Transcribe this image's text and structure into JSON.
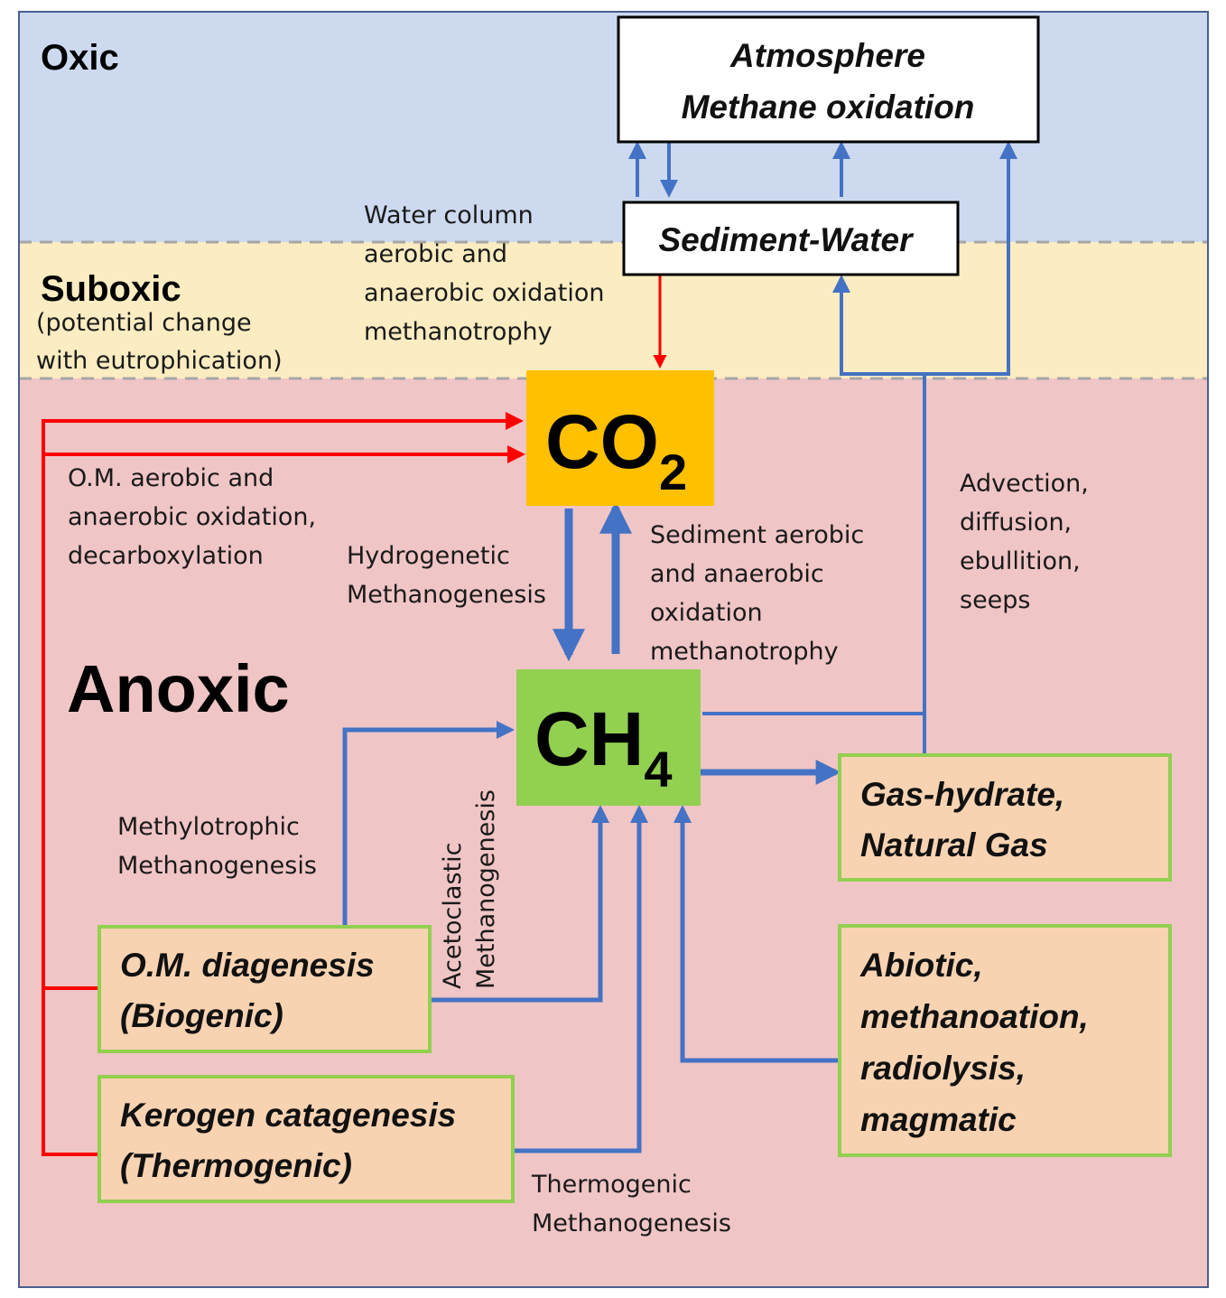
{
  "zones": {
    "oxic": "Oxic",
    "suboxic": "Suboxic",
    "suboxic_note_1": "(potential change",
    "suboxic_note_2": "with eutrophication)",
    "anoxic": "Anoxic"
  },
  "boxes": {
    "atmosphere_1": "Atmosphere",
    "atmosphere_2": "Methane oxidation",
    "sediment_water": "Sediment-Water",
    "co2_main": "CO",
    "co2_sub": "2",
    "ch4_main": "CH",
    "ch4_sub": "4",
    "gas_hydrate_1": "Gas-hydrate,",
    "gas_hydrate_2": "Natural Gas",
    "om_diagenesis_1": "O.M. diagenesis",
    "om_diagenesis_2": "(Biogenic)",
    "kerogen_1": "Kerogen catagenesis",
    "kerogen_2": "(Thermogenic)",
    "abiotic_1": "Abiotic,",
    "abiotic_2": "methanoation,",
    "abiotic_3": "radiolysis,",
    "abiotic_4": "magmatic"
  },
  "labels": {
    "water_column_1": "Water column",
    "water_column_2": "aerobic and",
    "water_column_3": "anaerobic oxidation",
    "water_column_4": "methanotrophy",
    "om_oxidation_1": "O.M. aerobic and",
    "om_oxidation_2": "anaerobic oxidation,",
    "om_oxidation_3": "decarboxylation",
    "hydrogenetic_1": "Hydrogenetic",
    "hydrogenetic_2": "Methanogenesis",
    "sediment_ox_1": "Sediment aerobic",
    "sediment_ox_2": "and anaerobic",
    "sediment_ox_3": "oxidation",
    "sediment_ox_4": "methanotrophy",
    "advection_1": "Advection,",
    "advection_2": "diffusion,",
    "advection_3": "ebullition,",
    "advection_4": "seeps",
    "methylotrophic_1": "Methylotrophic",
    "methylotrophic_2": "Methanogenesis",
    "acetoclastic_1": "Acetoclastic",
    "acetoclastic_2": "Methanogenesis",
    "thermogenic_1": "Thermogenic",
    "thermogenic_2": "Methanogenesis"
  },
  "colors": {
    "oxic_bg": "#cdd9ef",
    "suboxic_bg": "#fbecc1",
    "anoxic_bg": "#f0c5c6",
    "co2_box": "#ffc000",
    "ch4_box": "#92d050",
    "source_box": "#f8d3b2",
    "source_border": "#92d050",
    "blue_arrow": "#4472c4",
    "red_arrow": "#ff0000"
  }
}
